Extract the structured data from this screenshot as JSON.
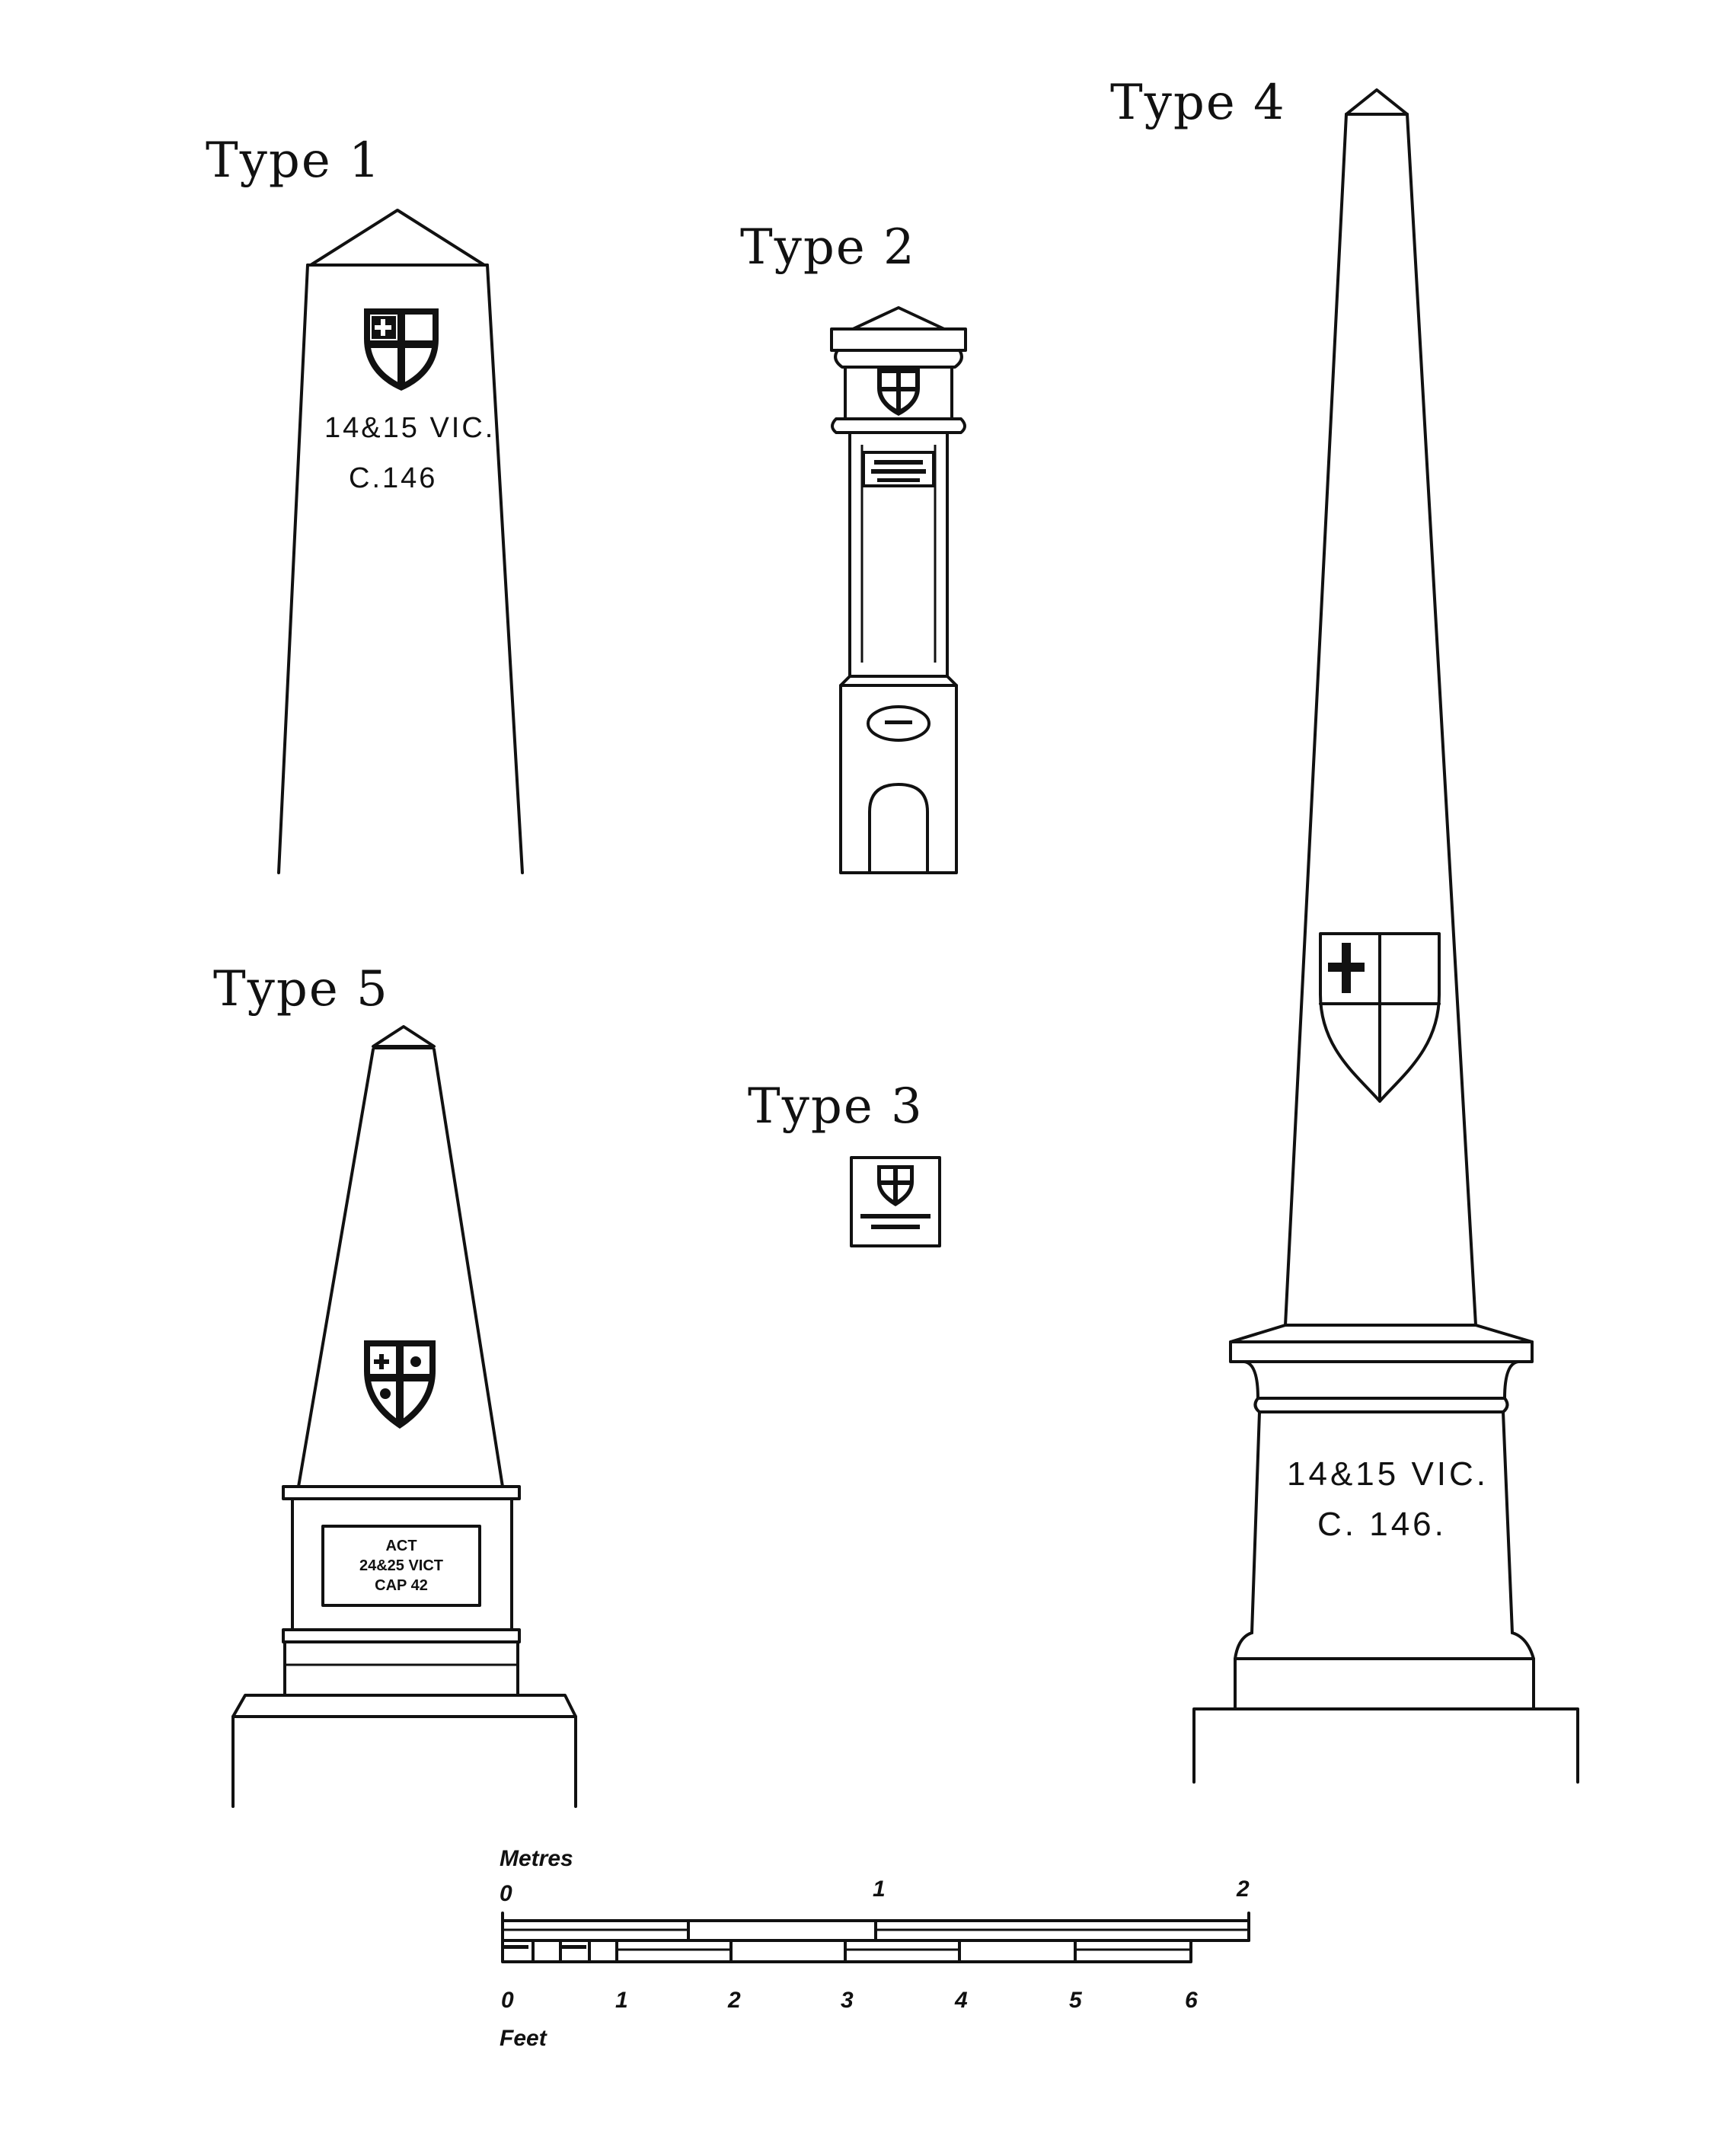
{
  "types": {
    "type1": {
      "label": "Type 1",
      "inscription_line1": "14&15 VIC.",
      "inscription_line2": "C.146"
    },
    "type2": {
      "label": "Type 2"
    },
    "type3": {
      "label": "Type 3"
    },
    "type4": {
      "label": "Type 4",
      "inscription_line1": "14&15 VIC.",
      "inscription_line2": "C. 146."
    },
    "type5": {
      "label": "Type 5",
      "plaque_line1": "ACT",
      "plaque_line2": "24&25 VICT",
      "plaque_line3": "CAP 42"
    }
  },
  "scale_bar": {
    "metres_label": "Metres",
    "metre_ticks": [
      "0",
      "1",
      "2"
    ],
    "feet_label": "Feet",
    "feet_ticks": [
      "0",
      "1",
      "2",
      "3",
      "4",
      "5",
      "6"
    ]
  }
}
